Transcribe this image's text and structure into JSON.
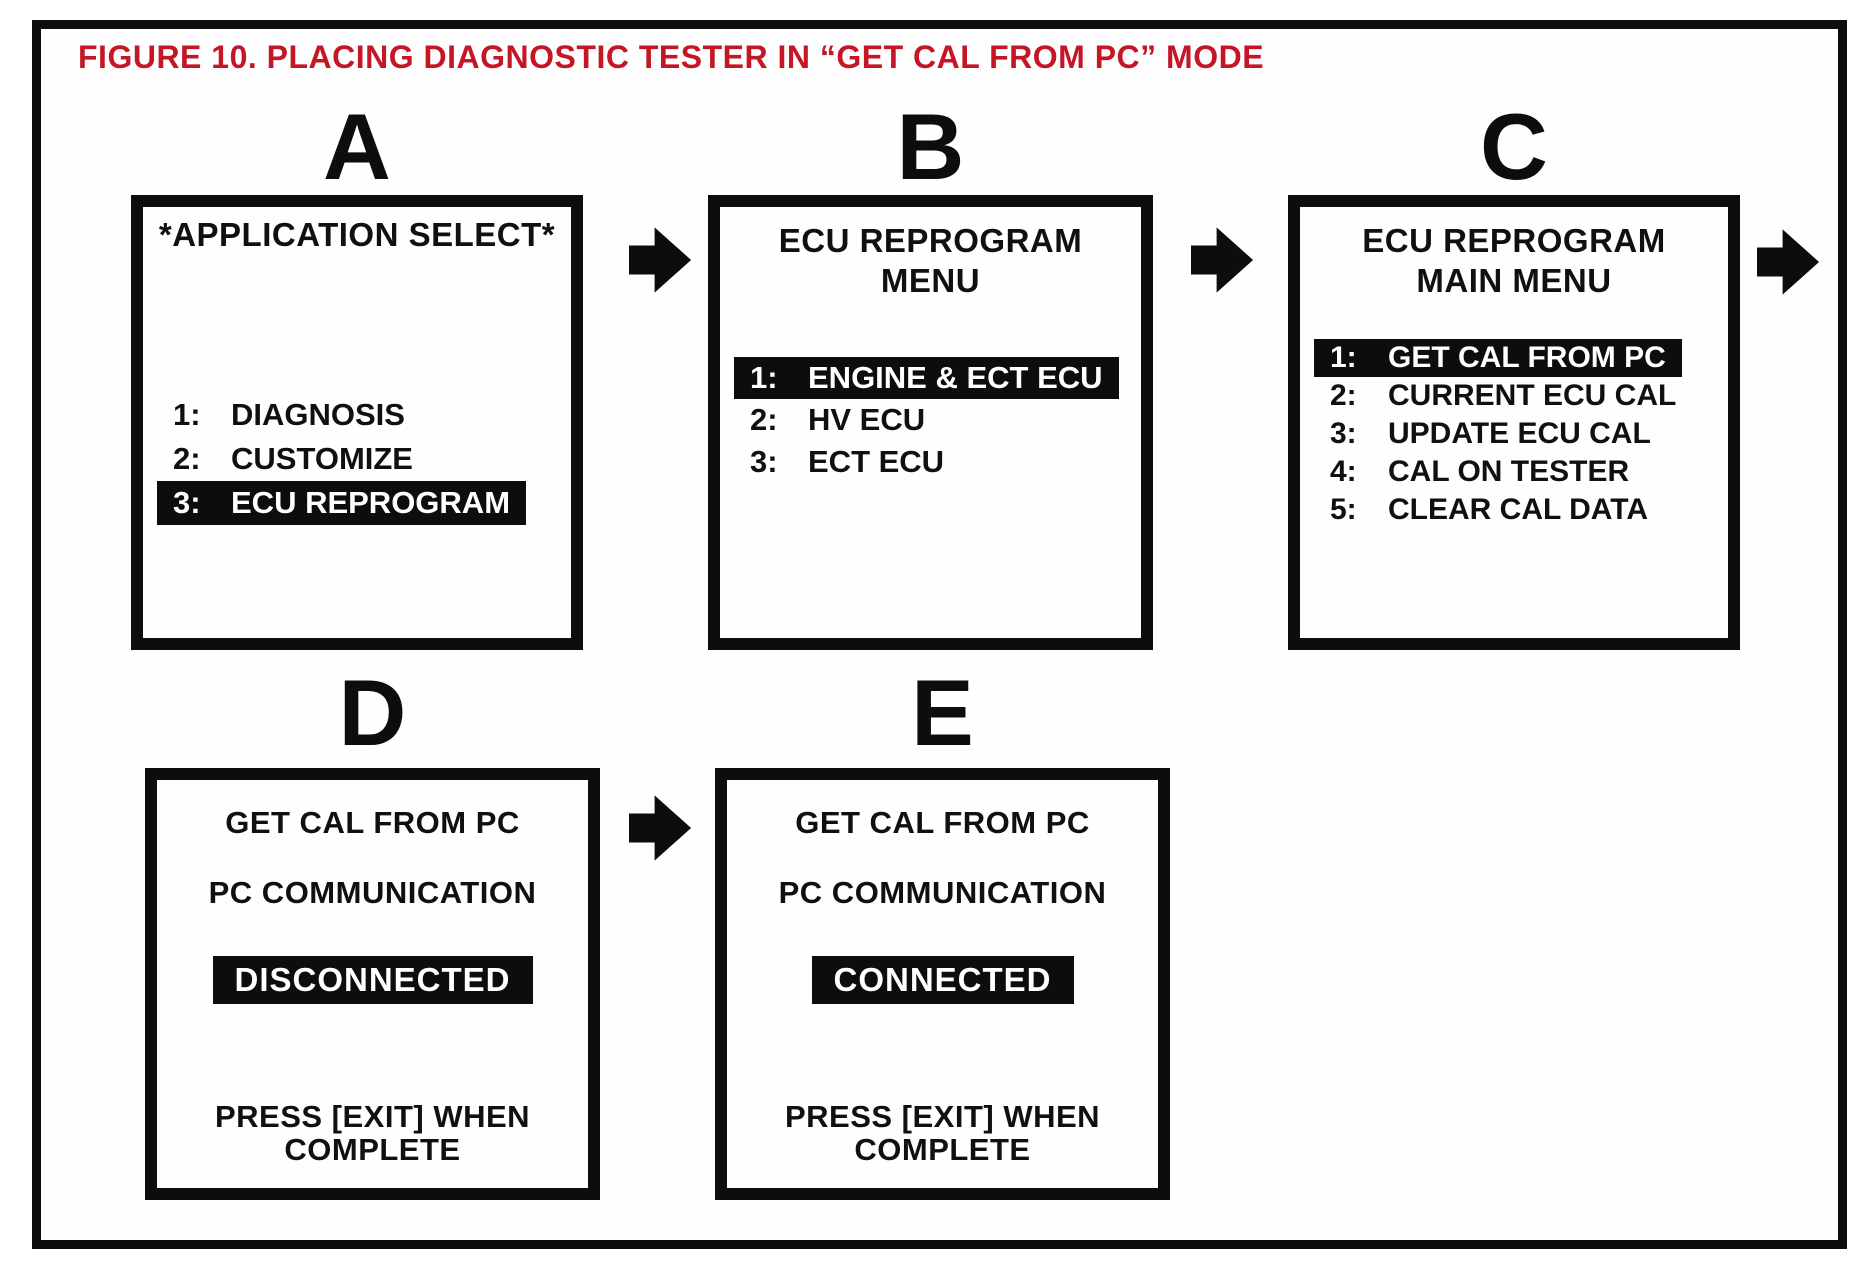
{
  "figure": {
    "title": "FIGURE 10.  PLACING DIAGNOSTIC TESTER IN “GET CAL FROM PC” MODE"
  },
  "colors": {
    "title_red": "#c51626",
    "ink_black": "#0d0d0d",
    "highlight_bg": "#0d0d0d",
    "highlight_text": "#ffffff",
    "paper": "#fefefe"
  },
  "icons": {
    "flow_arrow": "arrow-right-icon"
  },
  "panels": [
    {
      "label": "A",
      "heading": [
        "*APPLICATION SELECT*"
      ],
      "menu": [
        {
          "num": "1:",
          "text": "DIAGNOSIS",
          "highlighted": false
        },
        {
          "num": "2:",
          "text": "CUSTOMIZE",
          "highlighted": false
        },
        {
          "num": "3:",
          "text": "ECU REPROGRAM",
          "highlighted": true
        }
      ]
    },
    {
      "label": "B",
      "heading": [
        "ECU REPROGRAM",
        "MENU"
      ],
      "menu": [
        {
          "num": "1:",
          "text": "ENGINE & ECT ECU",
          "highlighted": true
        },
        {
          "num": "2:",
          "text": "HV ECU",
          "highlighted": false
        },
        {
          "num": "3:",
          "text": "ECT ECU",
          "highlighted": false
        }
      ]
    },
    {
      "label": "C",
      "heading": [
        "ECU REPROGRAM",
        "MAIN MENU"
      ],
      "menu": [
        {
          "num": "1:",
          "text": "GET CAL FROM PC",
          "highlighted": true
        },
        {
          "num": "2:",
          "text": "CURRENT ECU CAL",
          "highlighted": false
        },
        {
          "num": "3:",
          "text": "UPDATE ECU CAL",
          "highlighted": false
        },
        {
          "num": "4:",
          "text": "CAL ON TESTER",
          "highlighted": false
        },
        {
          "num": "5:",
          "text": "CLEAR CAL DATA",
          "highlighted": false
        }
      ]
    },
    {
      "label": "D",
      "lines": [
        "GET CAL FROM PC",
        "PC COMMUNICATION"
      ],
      "status": "DISCONNECTED",
      "footer": [
        "PRESS [EXIT] WHEN",
        "COMPLETE"
      ]
    },
    {
      "label": "E",
      "lines": [
        "GET CAL FROM PC",
        "PC COMMUNICATION"
      ],
      "status": "CONNECTED",
      "footer": [
        "PRESS [EXIT] WHEN",
        "COMPLETE"
      ]
    }
  ]
}
